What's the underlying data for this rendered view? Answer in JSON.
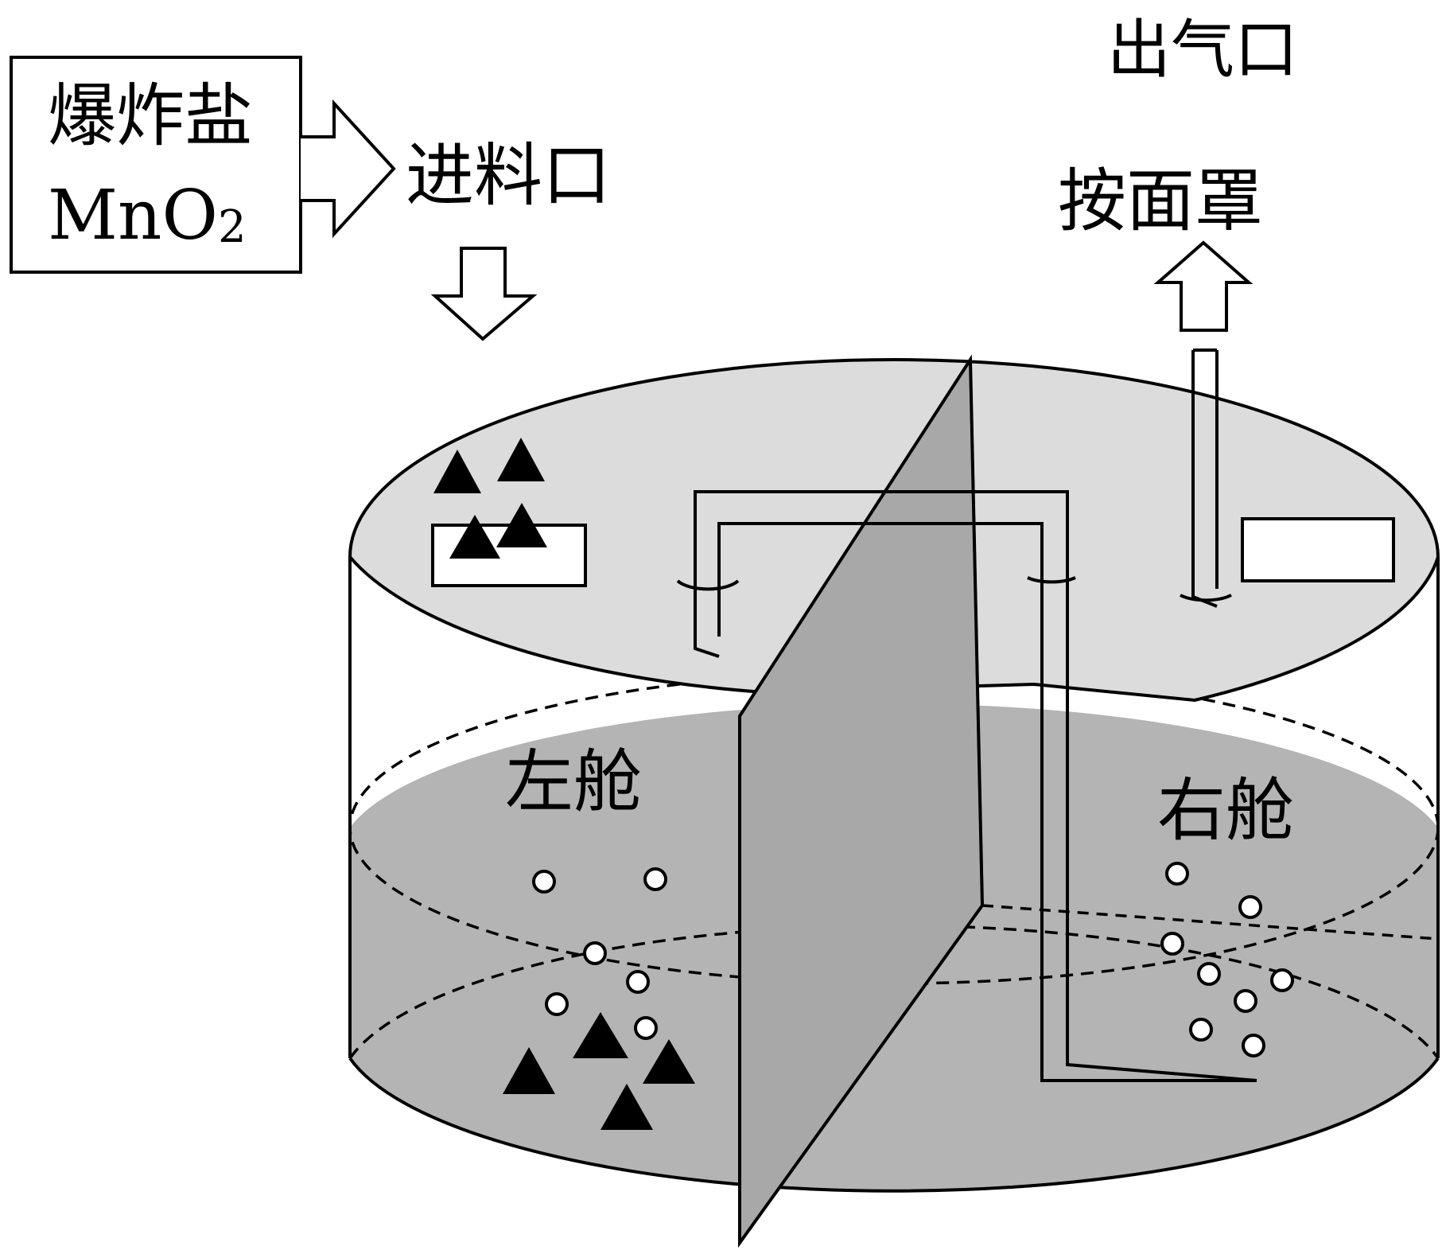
{
  "labels": {
    "reagent_line1": "爆炸盐",
    "reagent_line2_base": "MnO",
    "reagent_line2_sub": "2",
    "inlet": "进料口",
    "outlet": "出气口",
    "mask": "按面罩",
    "left_chamber": "左舱",
    "right_chamber": "右舱"
  },
  "colors": {
    "lid": "#dcdcdc",
    "liquid": "#b4b4b4",
    "partition": "#a8a8a8",
    "stroke": "#000000",
    "background": "#ffffff"
  },
  "markers": {
    "solid_particle": "filled-triangle",
    "gas_bubble": "hollow-circle"
  }
}
